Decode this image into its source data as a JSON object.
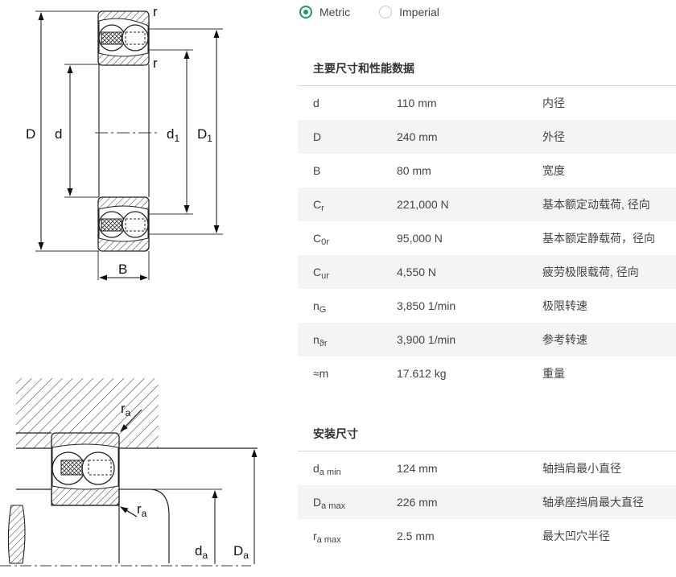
{
  "units": {
    "metric_label": "Metric",
    "imperial_label": "Imperial",
    "selected": "Metric"
  },
  "colors": {
    "accent": "#1d9a63",
    "row_alt": "#f4f4f4",
    "rule": "#d7d7d7"
  },
  "diagram_labels": {
    "D": "D",
    "d": "d",
    "d1_main": "d",
    "d1_sub": "1",
    "D1_main": "D",
    "D1_sub": "1",
    "B": "B",
    "r_top": "r",
    "r_mid": "r",
    "ra_top_main": "r",
    "ra_top_sub": "a",
    "ra_bot_main": "r",
    "ra_bot_sub": "a",
    "da_main": "d",
    "da_sub": "a",
    "Da_main": "D",
    "Da_sub": "a"
  },
  "main_dimensions": {
    "title": "主要尺寸和性能数据",
    "rows": [
      {
        "sym": "d",
        "sub": "",
        "value": "110 mm",
        "desc": "内径"
      },
      {
        "sym": "D",
        "sub": "",
        "value": "240 mm",
        "desc": "外径"
      },
      {
        "sym": "B",
        "sub": "",
        "value": "80 mm",
        "desc": "宽度"
      },
      {
        "sym": "C",
        "sub": "r",
        "value": "221,000 N",
        "desc": "基本额定动载荷, 径向"
      },
      {
        "sym": "C",
        "sub": "0r",
        "value": "95,000 N",
        "desc": "基本额定静载荷，径向"
      },
      {
        "sym": "C",
        "sub": "ur",
        "value": "4,550 N",
        "desc": "疲劳极限载荷, 径向"
      },
      {
        "sym": "n",
        "sub": "G",
        "value": "3,850 1/min",
        "desc": "极限转速"
      },
      {
        "sym": "n",
        "sub": "ϑr",
        "value": "3,900 1/min",
        "desc": "参考转速"
      },
      {
        "sym": "≈m",
        "sub": "",
        "value": "17.612 kg",
        "desc": "重量"
      }
    ]
  },
  "mounting_dimensions": {
    "title": "安装尺寸",
    "rows": [
      {
        "sym": "d",
        "sub": "a min",
        "value": "124 mm",
        "desc": "轴挡肩最小直径"
      },
      {
        "sym": "D",
        "sub": "a max",
        "value": "226 mm",
        "desc": "轴承座挡肩最大直径"
      },
      {
        "sym": "r",
        "sub": "a max",
        "value": "2.5 mm",
        "desc": "最大凹穴半径"
      }
    ]
  }
}
